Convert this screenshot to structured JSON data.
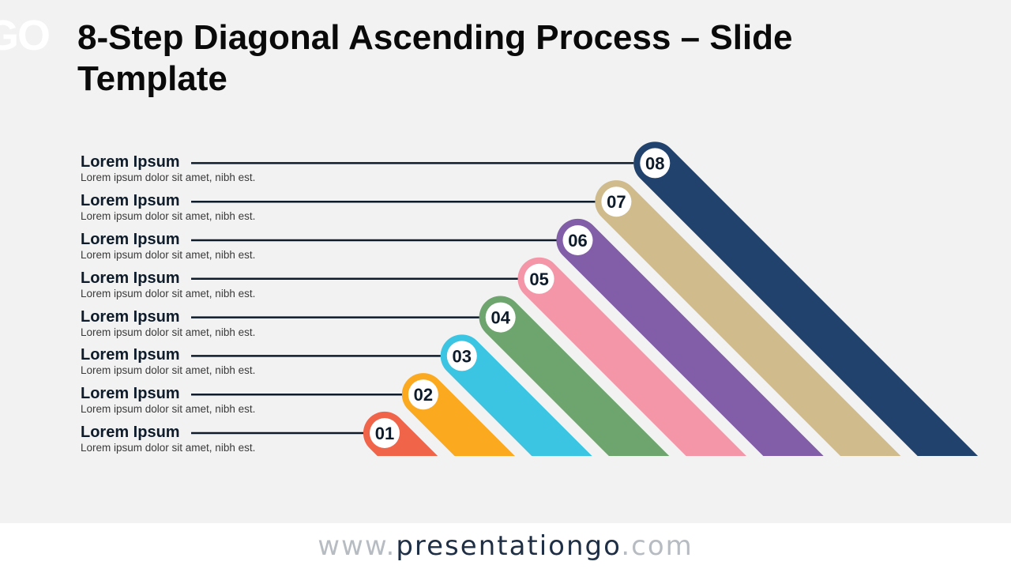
{
  "logo_fragment": "GO",
  "title": "8-Step Diagonal Ascending Process – Slide Template",
  "steps": [
    {
      "number": "01",
      "heading": "Lorem Ipsum",
      "text": "Lorem ipsum dolor sit amet, nibh est.",
      "color": "#f0644a"
    },
    {
      "number": "02",
      "heading": "Lorem Ipsum",
      "text": "Lorem ipsum dolor sit amet, nibh est.",
      "color": "#fba91f"
    },
    {
      "number": "03",
      "heading": "Lorem Ipsum",
      "text": "Lorem ipsum dolor sit amet, nibh est.",
      "color": "#3bc5e2"
    },
    {
      "number": "04",
      "heading": "Lorem Ipsum",
      "text": "Lorem ipsum dolor sit amet, nibh est.",
      "color": "#6ea46d"
    },
    {
      "number": "05",
      "heading": "Lorem Ipsum",
      "text": "Lorem ipsum dolor sit amet, nibh est.",
      "color": "#f596a8"
    },
    {
      "number": "06",
      "heading": "Lorem Ipsum",
      "text": "Lorem ipsum dolor sit amet, nibh est.",
      "color": "#825ea8"
    },
    {
      "number": "07",
      "heading": "Lorem Ipsum",
      "text": "Lorem ipsum dolor sit amet, nibh est.",
      "color": "#cfbb8b"
    },
    {
      "number": "08",
      "heading": "Lorem Ipsum",
      "text": "Lorem ipsum dolor sit amet, nibh est.",
      "color": "#22426e"
    }
  ],
  "footer": {
    "prefix": "www.",
    "brand": "presentationgo",
    "suffix": ".com"
  },
  "colors": {
    "line": "#0d1b2a",
    "number_text": "#0d1b2a",
    "background": "#f2f2f2"
  }
}
